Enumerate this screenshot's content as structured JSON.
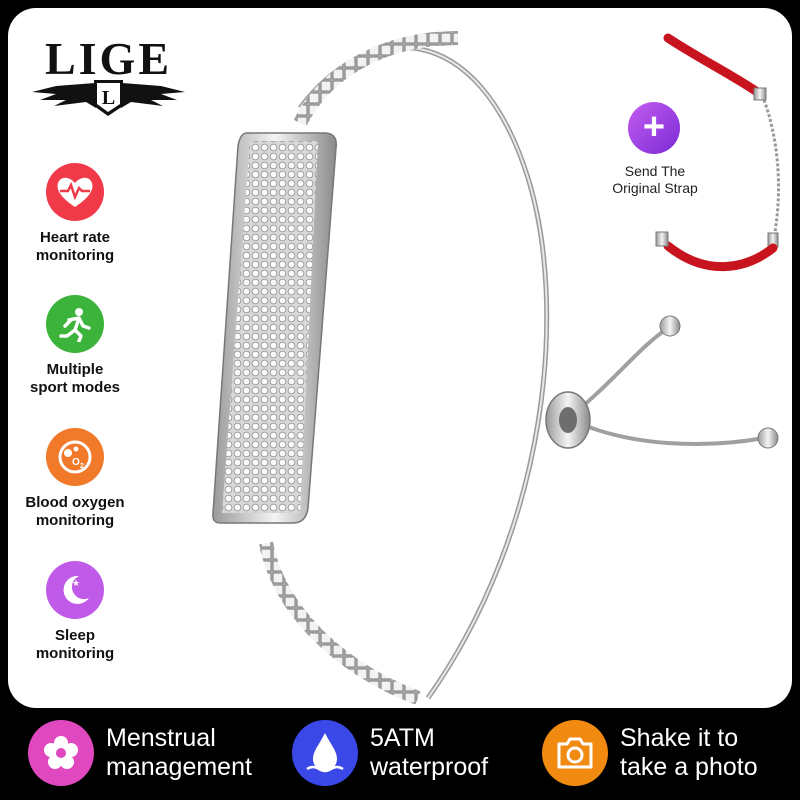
{
  "brand": {
    "name": "LIGE",
    "emblem_letter": "L"
  },
  "features": [
    {
      "label_line1": "Heart rate",
      "label_line2": "monitoring",
      "icon": "heart-rate-icon",
      "color": "#f03a4a"
    },
    {
      "label_line1": "Multiple",
      "label_line2": "sport modes",
      "icon": "running-icon",
      "color": "#3cb43c"
    },
    {
      "label_line1": "Blood oxygen",
      "label_line2": "monitoring",
      "icon": "blood-oxygen-icon",
      "color": "#f07a2a"
    },
    {
      "label_line1": "Sleep",
      "label_line2": "monitoring",
      "icon": "moon-icon",
      "color": "#c05ae8"
    }
  ],
  "strap": {
    "label_line1": "Send The",
    "label_line2": "Original Strap",
    "icon": "plus-icon",
    "strap_color": "#c8141e"
  },
  "bottom": [
    {
      "line1": "Menstrual",
      "line2": "management",
      "icon": "flower-icon",
      "color": "#e048c0"
    },
    {
      "line1": "5ATM",
      "line2": "waterproof",
      "icon": "water-drop-icon",
      "color": "#3a48e8"
    },
    {
      "line1": "Shake it to",
      "line2": "take a photo",
      "icon": "camera-icon",
      "color": "#f08a10"
    }
  ]
}
